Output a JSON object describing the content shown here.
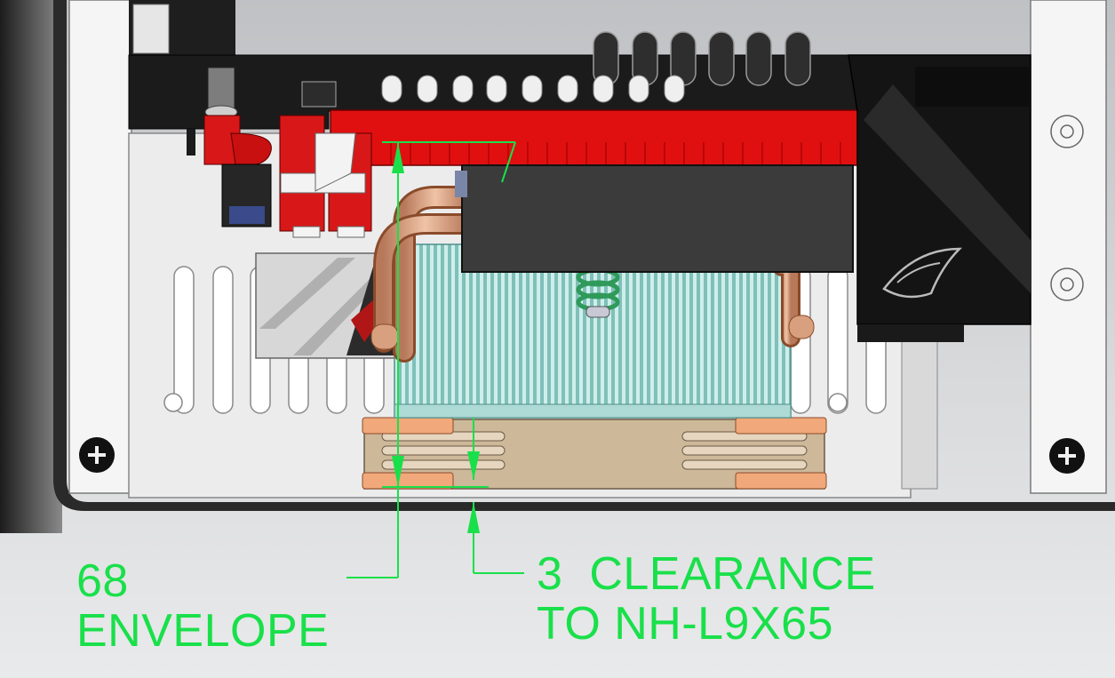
{
  "annotations": {
    "envelope_value": "68",
    "envelope_text": "ENVELOPE",
    "clearance_value": "3",
    "clearance_line1": "CLEARANCE",
    "clearance_line2": "TO NH-L9X65"
  },
  "colors": {
    "dimension_green": "#19e04a",
    "pcie_red": "#e01010",
    "heatsink_teal": "#8ecfc9",
    "heatpipe_copper": "#d79a78",
    "fan_tan": "#cdb899",
    "case_white": "#f4f4f4",
    "gpu_dark": "#3b3b3b"
  },
  "icons": [
    "screw-icon",
    "rog-logo-icon"
  ]
}
